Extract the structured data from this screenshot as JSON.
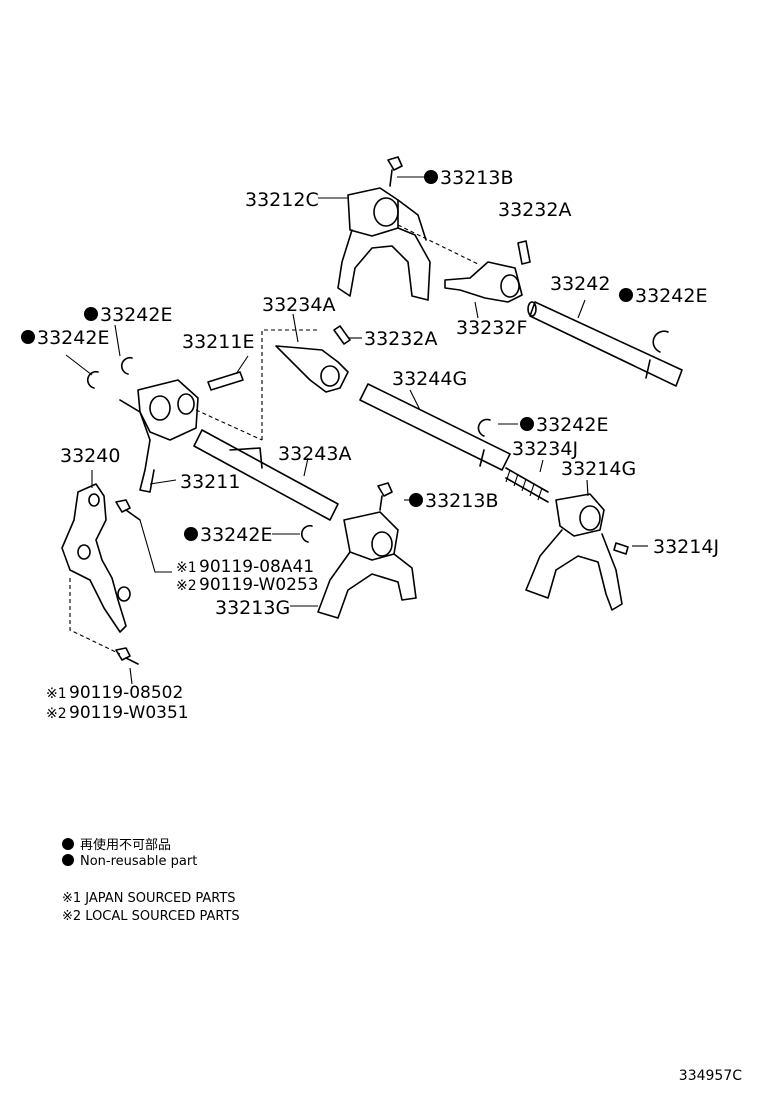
{
  "labels": {
    "l33213B_top": "33213B",
    "l33212C": "33212C",
    "l33232A_top": "33232A",
    "l33242": "33242",
    "l33242E_r": "33242E",
    "l33234A": "33234A",
    "l33232A_mid": "33232A",
    "l33232F": "33232F",
    "l33242E_tl": "33242E",
    "l33242E_l": "33242E",
    "l33211E": "33211E",
    "l33244G": "33244G",
    "l33242E_mid": "33242E",
    "l33234J": "33234J",
    "l33214G": "33214G",
    "l33240": "33240",
    "l33243A": "33243A",
    "l33211": "33211",
    "l33213B_mid": "33213B",
    "l33242E_low": "33242E",
    "l33214J": "33214J",
    "l90119_08A41": "90119-08A41",
    "l90119_W0253": "90119-W0253",
    "l33213G": "33213G",
    "l90119_08502": "90119-08502",
    "l90119_W0351": "90119-W0351"
  },
  "marks": {
    "ref1": "※1",
    "ref2": "※2"
  },
  "legend": {
    "nonreusable_jp": "再使用不可部品",
    "nonreusable_en": "Non-reusable part",
    "japan_sourced": "※1 JAPAN SOURCED PARTS",
    "local_sourced": "※2 LOCAL SOURCED PARTS"
  },
  "figure_number": "334957C"
}
